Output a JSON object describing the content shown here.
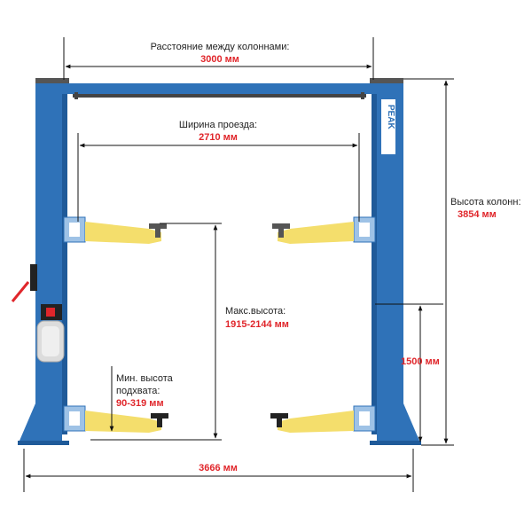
{
  "brand": {
    "name": "PEAK"
  },
  "colors": {
    "column": "#2f72b8",
    "arm": "#f4de6c",
    "dimension": "#111111",
    "value": "#e0262b"
  },
  "dimensions": {
    "column_distance": {
      "label": "Расстояние между колоннами:",
      "value": "3000 мм"
    },
    "drive_width": {
      "label": "Ширина проезда:",
      "value": "2710 мм"
    },
    "column_height": {
      "label": "Высота колонн:",
      "value": "3854 мм"
    },
    "max_height": {
      "label": "Макс.высота:",
      "value": "1915-2144 мм"
    },
    "min_height": {
      "label_line1": "Мин. высота",
      "label_line2": "подхвата:",
      "value": "90-319 мм"
    },
    "side_height": {
      "value": "1500 мм"
    },
    "overall_width": {
      "value": "3666 мм"
    }
  }
}
